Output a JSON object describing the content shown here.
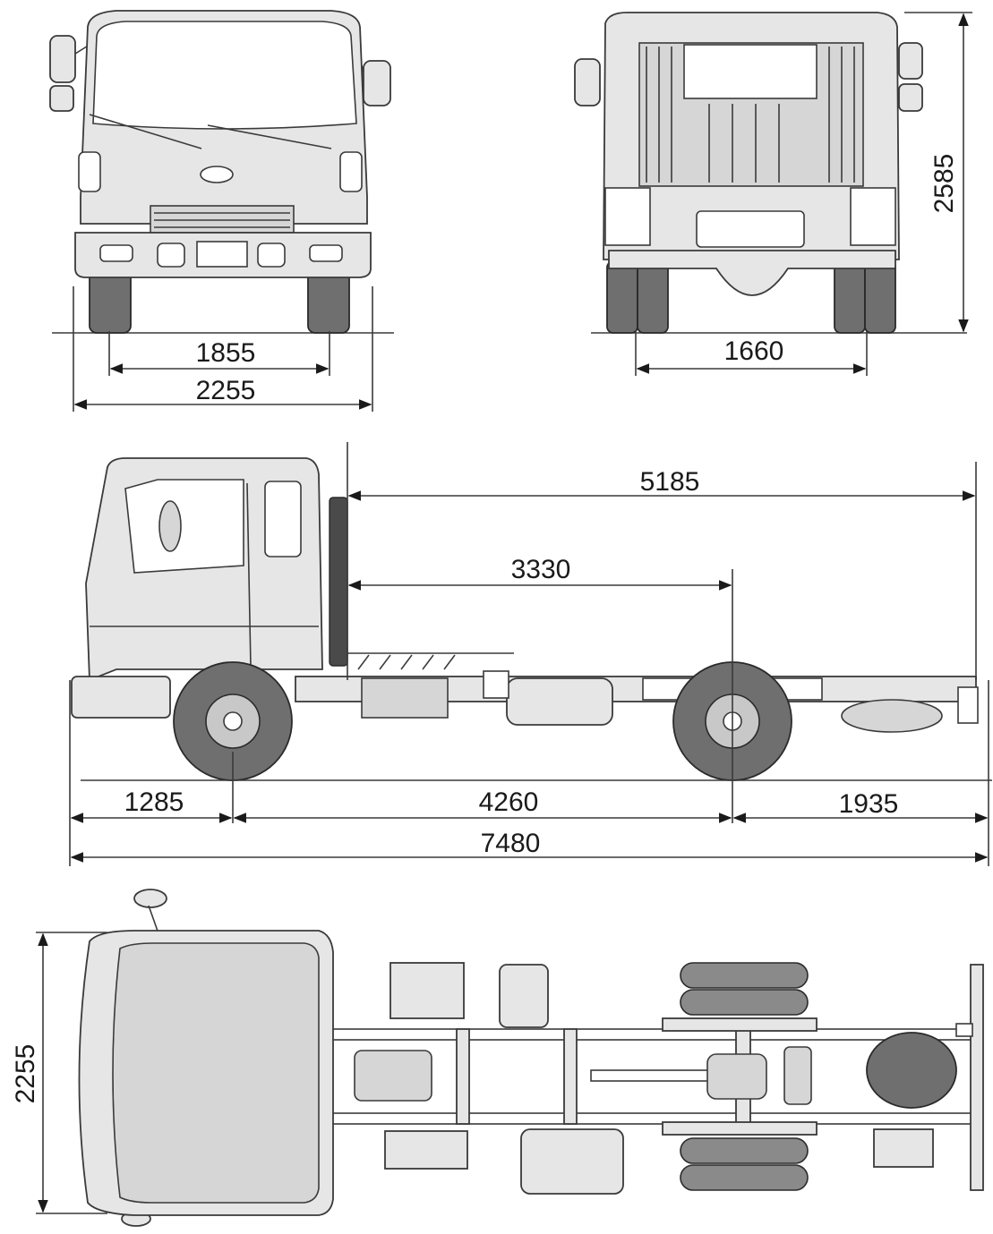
{
  "front_view": {
    "track_width": "1855",
    "overall_width": "2255"
  },
  "rear_view": {
    "rear_track": "1660",
    "overall_height": "2585"
  },
  "side_view": {
    "cab_to_end": "5185",
    "cab_to_axle": "3330",
    "front_overhang": "1285",
    "wheelbase": "4260",
    "rear_overhang": "1935",
    "overall_length": "7480"
  },
  "top_view": {
    "overall_width": "2255"
  }
}
